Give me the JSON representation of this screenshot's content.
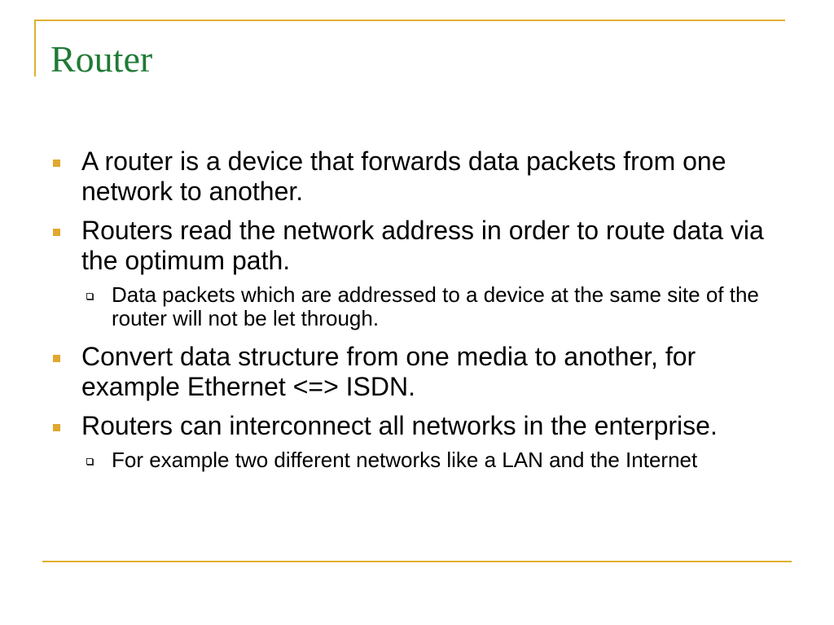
{
  "slide": {
    "title": "Router",
    "bullets": [
      "A router is a device that forwards data packets from one network to another.",
      "Routers read the network address in order to route data via the optimum path.",
      "Data packets which are addressed to a device at the same site of the router will not be let through.",
      "Convert data structure from one media to another, for example Ethernet <=> ISDN.",
      "Routers can interconnect all networks in the enterprise.",
      "For example two different networks like a LAN and the Internet"
    ]
  },
  "colors": {
    "title": "#1f7a35",
    "accent": "#e0b030",
    "bullet": "#e0a82e"
  }
}
